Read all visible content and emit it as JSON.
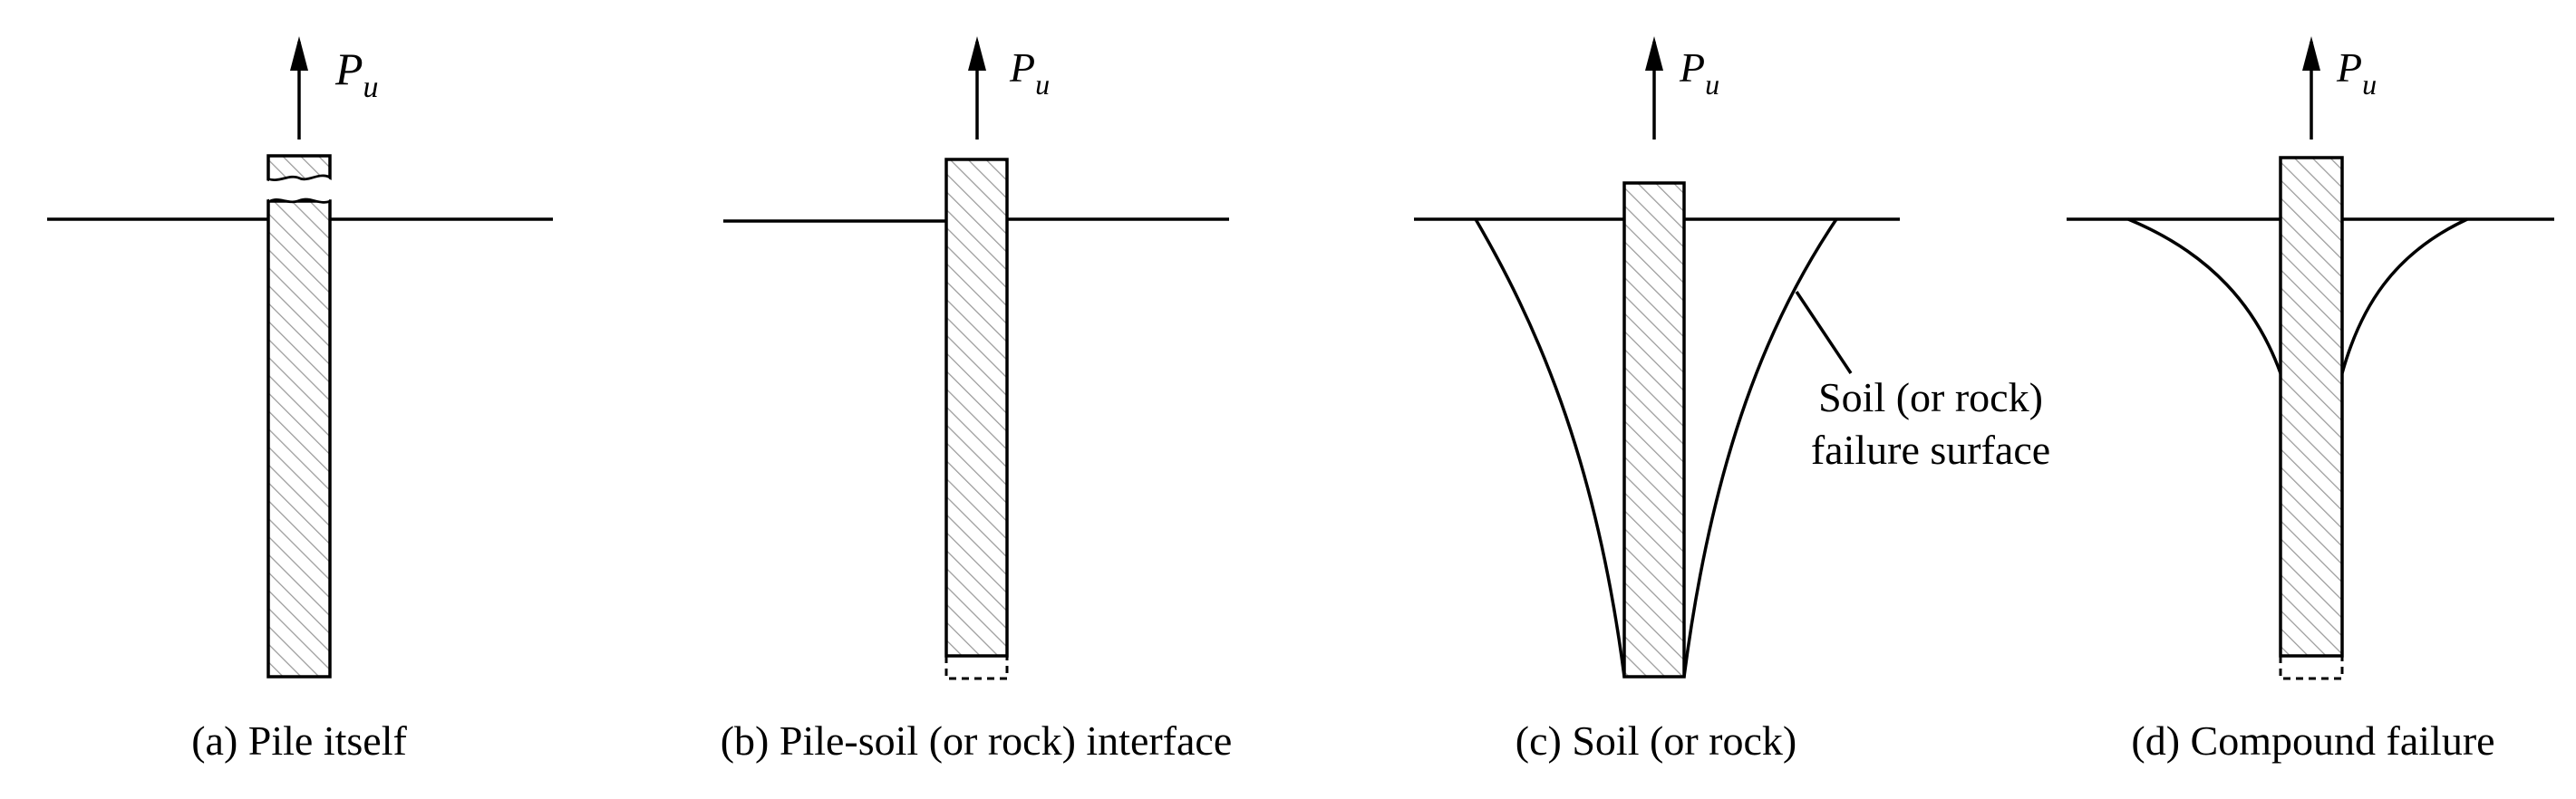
{
  "load_label": {
    "symbol": "P",
    "subscript": "u"
  },
  "panels": [
    {
      "id": "a",
      "caption": "(a) Pile itself"
    },
    {
      "id": "b",
      "caption": "(b) Pile-soil (or rock) interface"
    },
    {
      "id": "c",
      "caption": "(c) Soil (or rock)"
    },
    {
      "id": "d",
      "caption": "(d) Compound failure"
    }
  ],
  "annotation": {
    "line1": "Soil (or rock)",
    "line2": "failure surface"
  }
}
